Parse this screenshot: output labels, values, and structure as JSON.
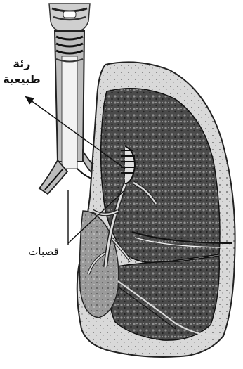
{
  "labels": {
    "lung_line1": "رئة",
    "lung_line2": "طبيعية",
    "bronchi": "قصبات"
  },
  "colors": {
    "ink": "#111111",
    "shade_dark": "#3a3a3a",
    "shade_mid": "#8c8c8c",
    "shade_light": "#d6d6d6",
    "background": "#ffffff"
  }
}
